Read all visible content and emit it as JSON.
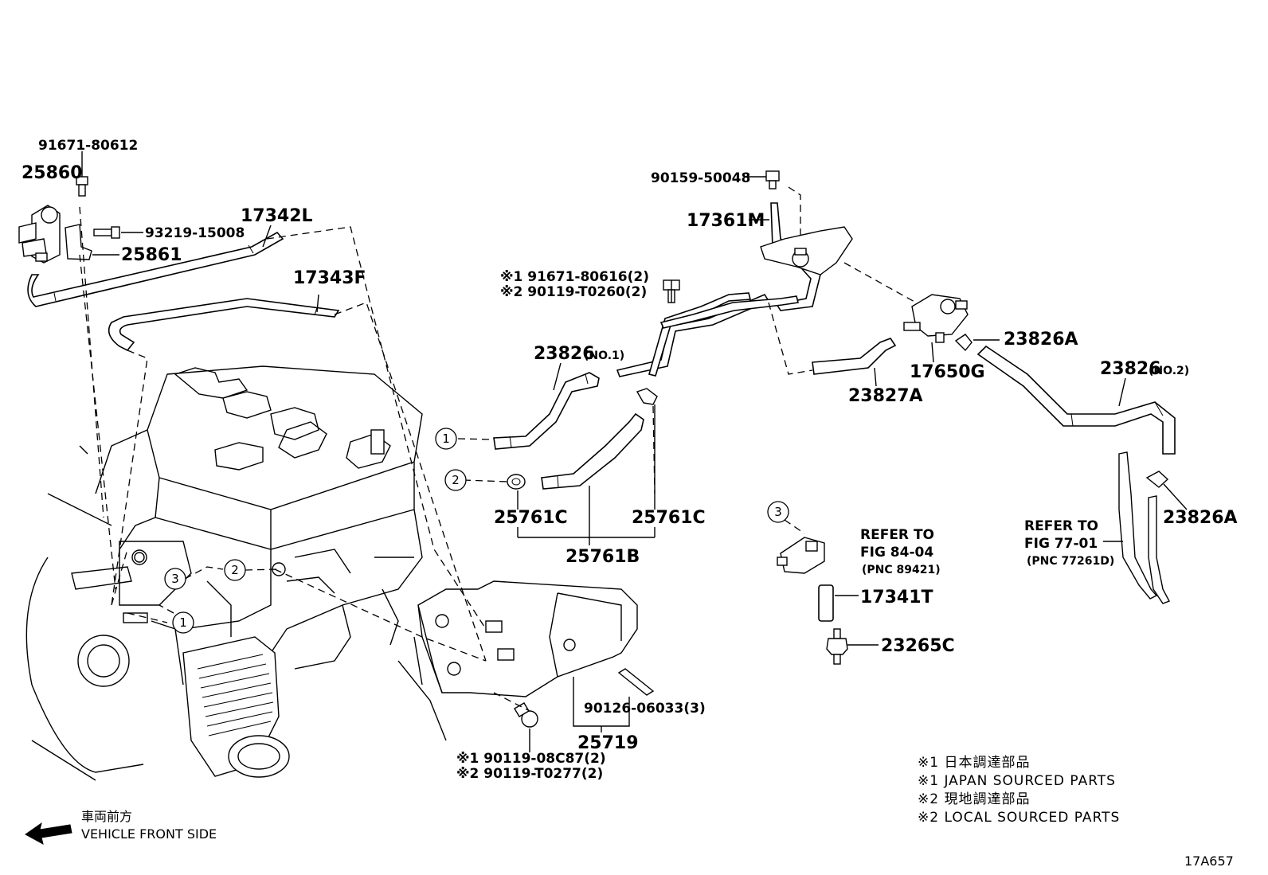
{
  "parts": {
    "p_91671_80612": "91671-80612",
    "p_25860": "25860",
    "p_93219_15008": "93219-15008",
    "p_25861": "25861",
    "p_17342L": "17342L",
    "p_17343F": "17343F",
    "p_90159_50048": "90159-50048",
    "p_17361M": "17361M",
    "p_bolt_a1": "※1 91671-80616(2)",
    "p_bolt_a2": "※2 90119-T0260(2)",
    "p_23826_no1": "23826",
    "p_23826_no1_suffix": "(NO.1)",
    "p_23826A_top": "23826A",
    "p_17650G": "17650G",
    "p_23827A": "23827A",
    "p_23826_no2": "23826",
    "p_23826_no2_suffix": "(NO.2)",
    "p_25761C_left": "25761C",
    "p_25761C_right": "25761C",
    "p_25761B": "25761B",
    "p_refer_a1": "REFER TO",
    "p_refer_a2": "FIG 84-04",
    "p_refer_a3": "(PNC 89421)",
    "p_refer_b1": "REFER TO",
    "p_refer_b2": "FIG 77-01",
    "p_refer_b3": "(PNC 77261D)",
    "p_23826A_right": "23826A",
    "p_17341T": "17341T",
    "p_23265C": "23265C",
    "p_90126_06033": "90126-06033(3)",
    "p_25719": "25719",
    "p_bolt_b1": "※1 90119-08C87(2)",
    "p_bolt_b2": "※2 90119-T0277(2)"
  },
  "callouts": {
    "c1": "1",
    "c2": "2",
    "c3": "3"
  },
  "legend": {
    "line1": "※1 日本調達部品",
    "line2": "※1 JAPAN SOURCED PARTS",
    "line3": "※2 現地調達部品",
    "line4": "※2 LOCAL SOURCED PARTS"
  },
  "orientation": {
    "jp": "車両前方",
    "en": "VEHICLE FRONT SIDE"
  },
  "figure_id": "17A657",
  "colors": {
    "ink": "#000000",
    "paper": "#ffffff"
  }
}
